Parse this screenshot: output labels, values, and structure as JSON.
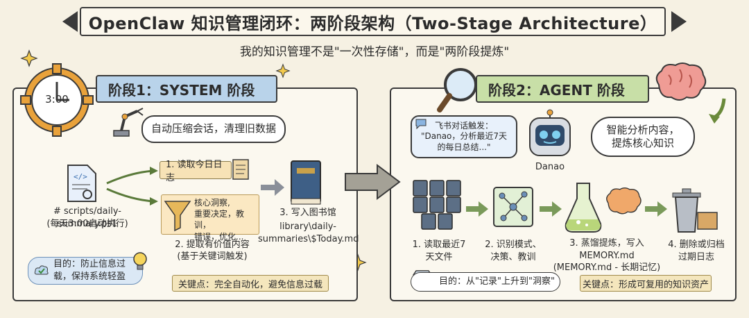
{
  "title": "OpenClaw 知识管理闭环：两阶段架构（Two-Stage Architecture）",
  "subtitle": "我的知识管理不是\"一次性存储\"，而是\"两阶段提炼\"",
  "stage1": {
    "banner": "阶段1：SYSTEM 阶段",
    "clock_label": "3:00",
    "robot_bubble": "自动压缩会话，清理旧数据",
    "script_name": "# scripts/daily-summary.ps1",
    "script_schedule": "(每天3:00自动执行)",
    "step1": "1. 读取今日日志",
    "filter_text": "核心洞察,\n重要决定，教训，\n错误，优化...",
    "step2_title": "2. 提取有价值内容",
    "step2_sub": "(基于关键词触发)",
    "step3_title": "3. 写入图书馆",
    "step3_path": "library\\daily-\nsummaries\\$Today.md",
    "goal": "目的：防止信息过\n载，保持系统轻盈",
    "keypoint": "关键点：完全自动化，避免信息过载"
  },
  "stage2": {
    "banner": "阶段2：AGENT 阶段",
    "chat_bubble": "飞书对话触发：\n\"Danao，分析最近7天\n的每日总结...\"",
    "robot_name": "Danao",
    "think_bubble": "智能分析内容，\n提炼核心知识",
    "step1": "1. 读取最近7\n天文件",
    "step2": "2. 识别模式、\n决策、教训",
    "step3": "3. 蒸馏提炼，写入\nMEMORY.md\n(MEMORY.md - 长期记忆)",
    "step4": "4. 删除或归档\n过期日志",
    "goal": "目的：从\"记录\"上升到\"洞察\"",
    "keypoint": "关键点：形成可复用的知识资产"
  },
  "colors": {
    "background": "#f6f1e3",
    "stage1_banner": "#b9d3ea",
    "stage2_banner": "#c8dfa7",
    "tag": "#f7e2b6",
    "keypoint": "#f4e6bd"
  },
  "icons": [
    "clock-icon",
    "robot-arm-icon",
    "script-file-icon",
    "scroll-icon",
    "funnel-icon",
    "book-icon",
    "magnifier-icon",
    "brain-icon",
    "robot-face-icon",
    "chat-icon",
    "books-stack-icon",
    "network-icon",
    "flask-icon",
    "trash-icon",
    "diamond-icon",
    "lightbulb-icon",
    "check-cloud-icon",
    "star-icon"
  ]
}
